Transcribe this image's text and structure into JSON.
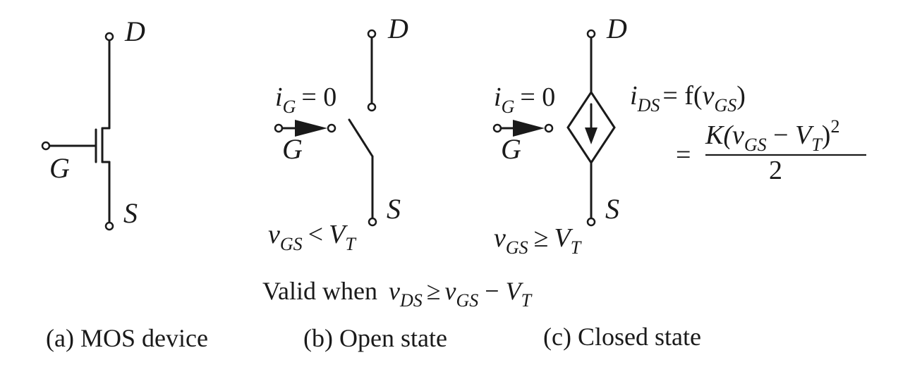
{
  "colors": {
    "ink": "#1a1a1a",
    "background": "#ffffff"
  },
  "panel_a": {
    "drain": "D",
    "gate": "G",
    "source": "S",
    "caption": "(a) MOS device"
  },
  "panel_b": {
    "drain": "D",
    "gate": "G",
    "source": "S",
    "gate_current": {
      "var": "i",
      "sub": "G",
      "rel": "= 0"
    },
    "condition": {
      "var": "v",
      "sub": "GS",
      "rel": "<",
      "rhs": "V",
      "rhs_sub": "T"
    },
    "caption": "(b) Open state"
  },
  "panel_c": {
    "drain": "D",
    "gate": "G",
    "source": "S",
    "gate_current": {
      "var": "i",
      "sub": "G",
      "rel": "= 0"
    },
    "condition": {
      "var": "v",
      "sub": "GS",
      "rel": "≥",
      "rhs": "V",
      "rhs_sub": "T"
    },
    "current_eq": {
      "lhs_var": "i",
      "lhs_sub": "DS",
      "eq": "= f(",
      "arg_var": "v",
      "arg_sub": "GS",
      "close": ")",
      "eq2": "=",
      "num_k": "K(",
      "num_var": "v",
      "num_sub": "GS",
      "num_minus": " − ",
      "num_v": "V",
      "num_vsub": "T",
      "num_close": ")",
      "num_exp": "2",
      "den": "2"
    },
    "caption": "(c) Closed state"
  },
  "validity": {
    "prefix": "Valid when",
    "var": "v",
    "sub": "DS",
    "rel": "≥",
    "rhs_var": "v",
    "rhs_sub": "GS",
    "minus": " − ",
    "vt": "V",
    "vt_sub": "T"
  }
}
